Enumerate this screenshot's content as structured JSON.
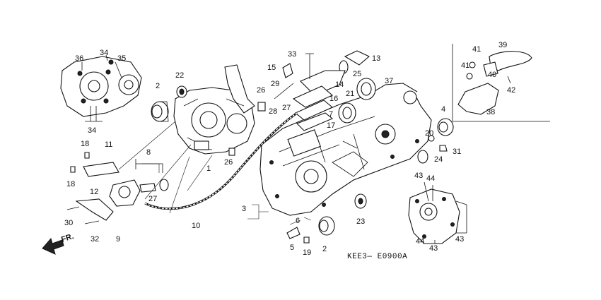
{
  "diagram": {
    "drawing_code": "KEE3— E0900A",
    "direction_marker": "FR.",
    "callouts": [
      {
        "id": "c1",
        "text": "1"
      },
      {
        "id": "c2a",
        "text": "2"
      },
      {
        "id": "c2b",
        "text": "2"
      },
      {
        "id": "c3",
        "text": "3"
      },
      {
        "id": "c4",
        "text": "4"
      },
      {
        "id": "c5",
        "text": "5"
      },
      {
        "id": "c6",
        "text": "6"
      },
      {
        "id": "c7",
        "text": "7"
      },
      {
        "id": "c8",
        "text": "8"
      },
      {
        "id": "c9",
        "text": "9"
      },
      {
        "id": "c10",
        "text": "10"
      },
      {
        "id": "c11",
        "text": "11"
      },
      {
        "id": "c12",
        "text": "12"
      },
      {
        "id": "c13",
        "text": "13"
      },
      {
        "id": "c14",
        "text": "14"
      },
      {
        "id": "c15",
        "text": "15"
      },
      {
        "id": "c16",
        "text": "16"
      },
      {
        "id": "c17",
        "text": "17"
      },
      {
        "id": "c18a",
        "text": "18"
      },
      {
        "id": "c18b",
        "text": "18"
      },
      {
        "id": "c19",
        "text": "19"
      },
      {
        "id": "c20",
        "text": "20"
      },
      {
        "id": "c21",
        "text": "21"
      },
      {
        "id": "c22",
        "text": "22"
      },
      {
        "id": "c23",
        "text": "23"
      },
      {
        "id": "c24",
        "text": "24"
      },
      {
        "id": "c25",
        "text": "25"
      },
      {
        "id": "c26a",
        "text": "26"
      },
      {
        "id": "c26b",
        "text": "26"
      },
      {
        "id": "c27a",
        "text": "27"
      },
      {
        "id": "c27b",
        "text": "27"
      },
      {
        "id": "c28",
        "text": "28"
      },
      {
        "id": "c29",
        "text": "29"
      },
      {
        "id": "c30",
        "text": "30"
      },
      {
        "id": "c31",
        "text": "31"
      },
      {
        "id": "c32",
        "text": "32"
      },
      {
        "id": "c33",
        "text": "33"
      },
      {
        "id": "c34a",
        "text": "34"
      },
      {
        "id": "c34b",
        "text": "34"
      },
      {
        "id": "c35",
        "text": "35"
      },
      {
        "id": "c36",
        "text": "36"
      },
      {
        "id": "c37",
        "text": "37"
      },
      {
        "id": "c38",
        "text": "38"
      },
      {
        "id": "c39",
        "text": "39"
      },
      {
        "id": "c40",
        "text": "40"
      },
      {
        "id": "c41a",
        "text": "41"
      },
      {
        "id": "c41b",
        "text": "41"
      },
      {
        "id": "c42",
        "text": "42"
      },
      {
        "id": "c43a",
        "text": "43"
      },
      {
        "id": "c43b",
        "text": "43"
      },
      {
        "id": "c43c",
        "text": "43"
      },
      {
        "id": "c44a",
        "text": "44"
      },
      {
        "id": "c44b",
        "text": "44"
      }
    ]
  }
}
